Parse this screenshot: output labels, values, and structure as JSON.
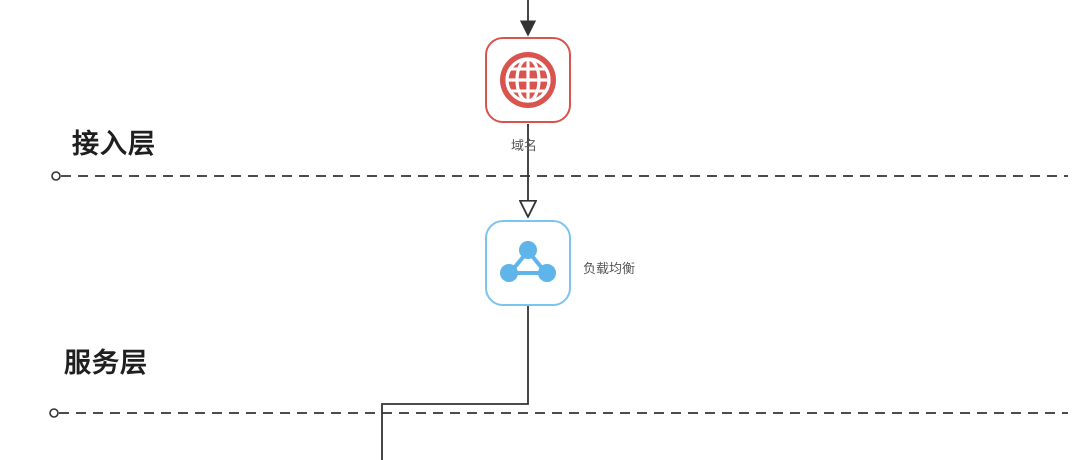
{
  "layers": [
    {
      "id": "access",
      "title": "接入层"
    },
    {
      "id": "service",
      "title": "服务层"
    }
  ],
  "nodes": {
    "domain": {
      "label": "域名",
      "icon": "globe-icon",
      "color": "#d9534f"
    },
    "load_balancer": {
      "label": "负载均衡",
      "icon": "share-nodes-icon",
      "color": "#5fb4ea"
    }
  },
  "edges": [
    {
      "from": "top",
      "to": "domain",
      "arrow": "filled"
    },
    {
      "from": "domain",
      "to": "load_balancer",
      "arrow": "hollow"
    },
    {
      "from": "load_balancer",
      "to": "bottom",
      "arrow": "none"
    }
  ]
}
